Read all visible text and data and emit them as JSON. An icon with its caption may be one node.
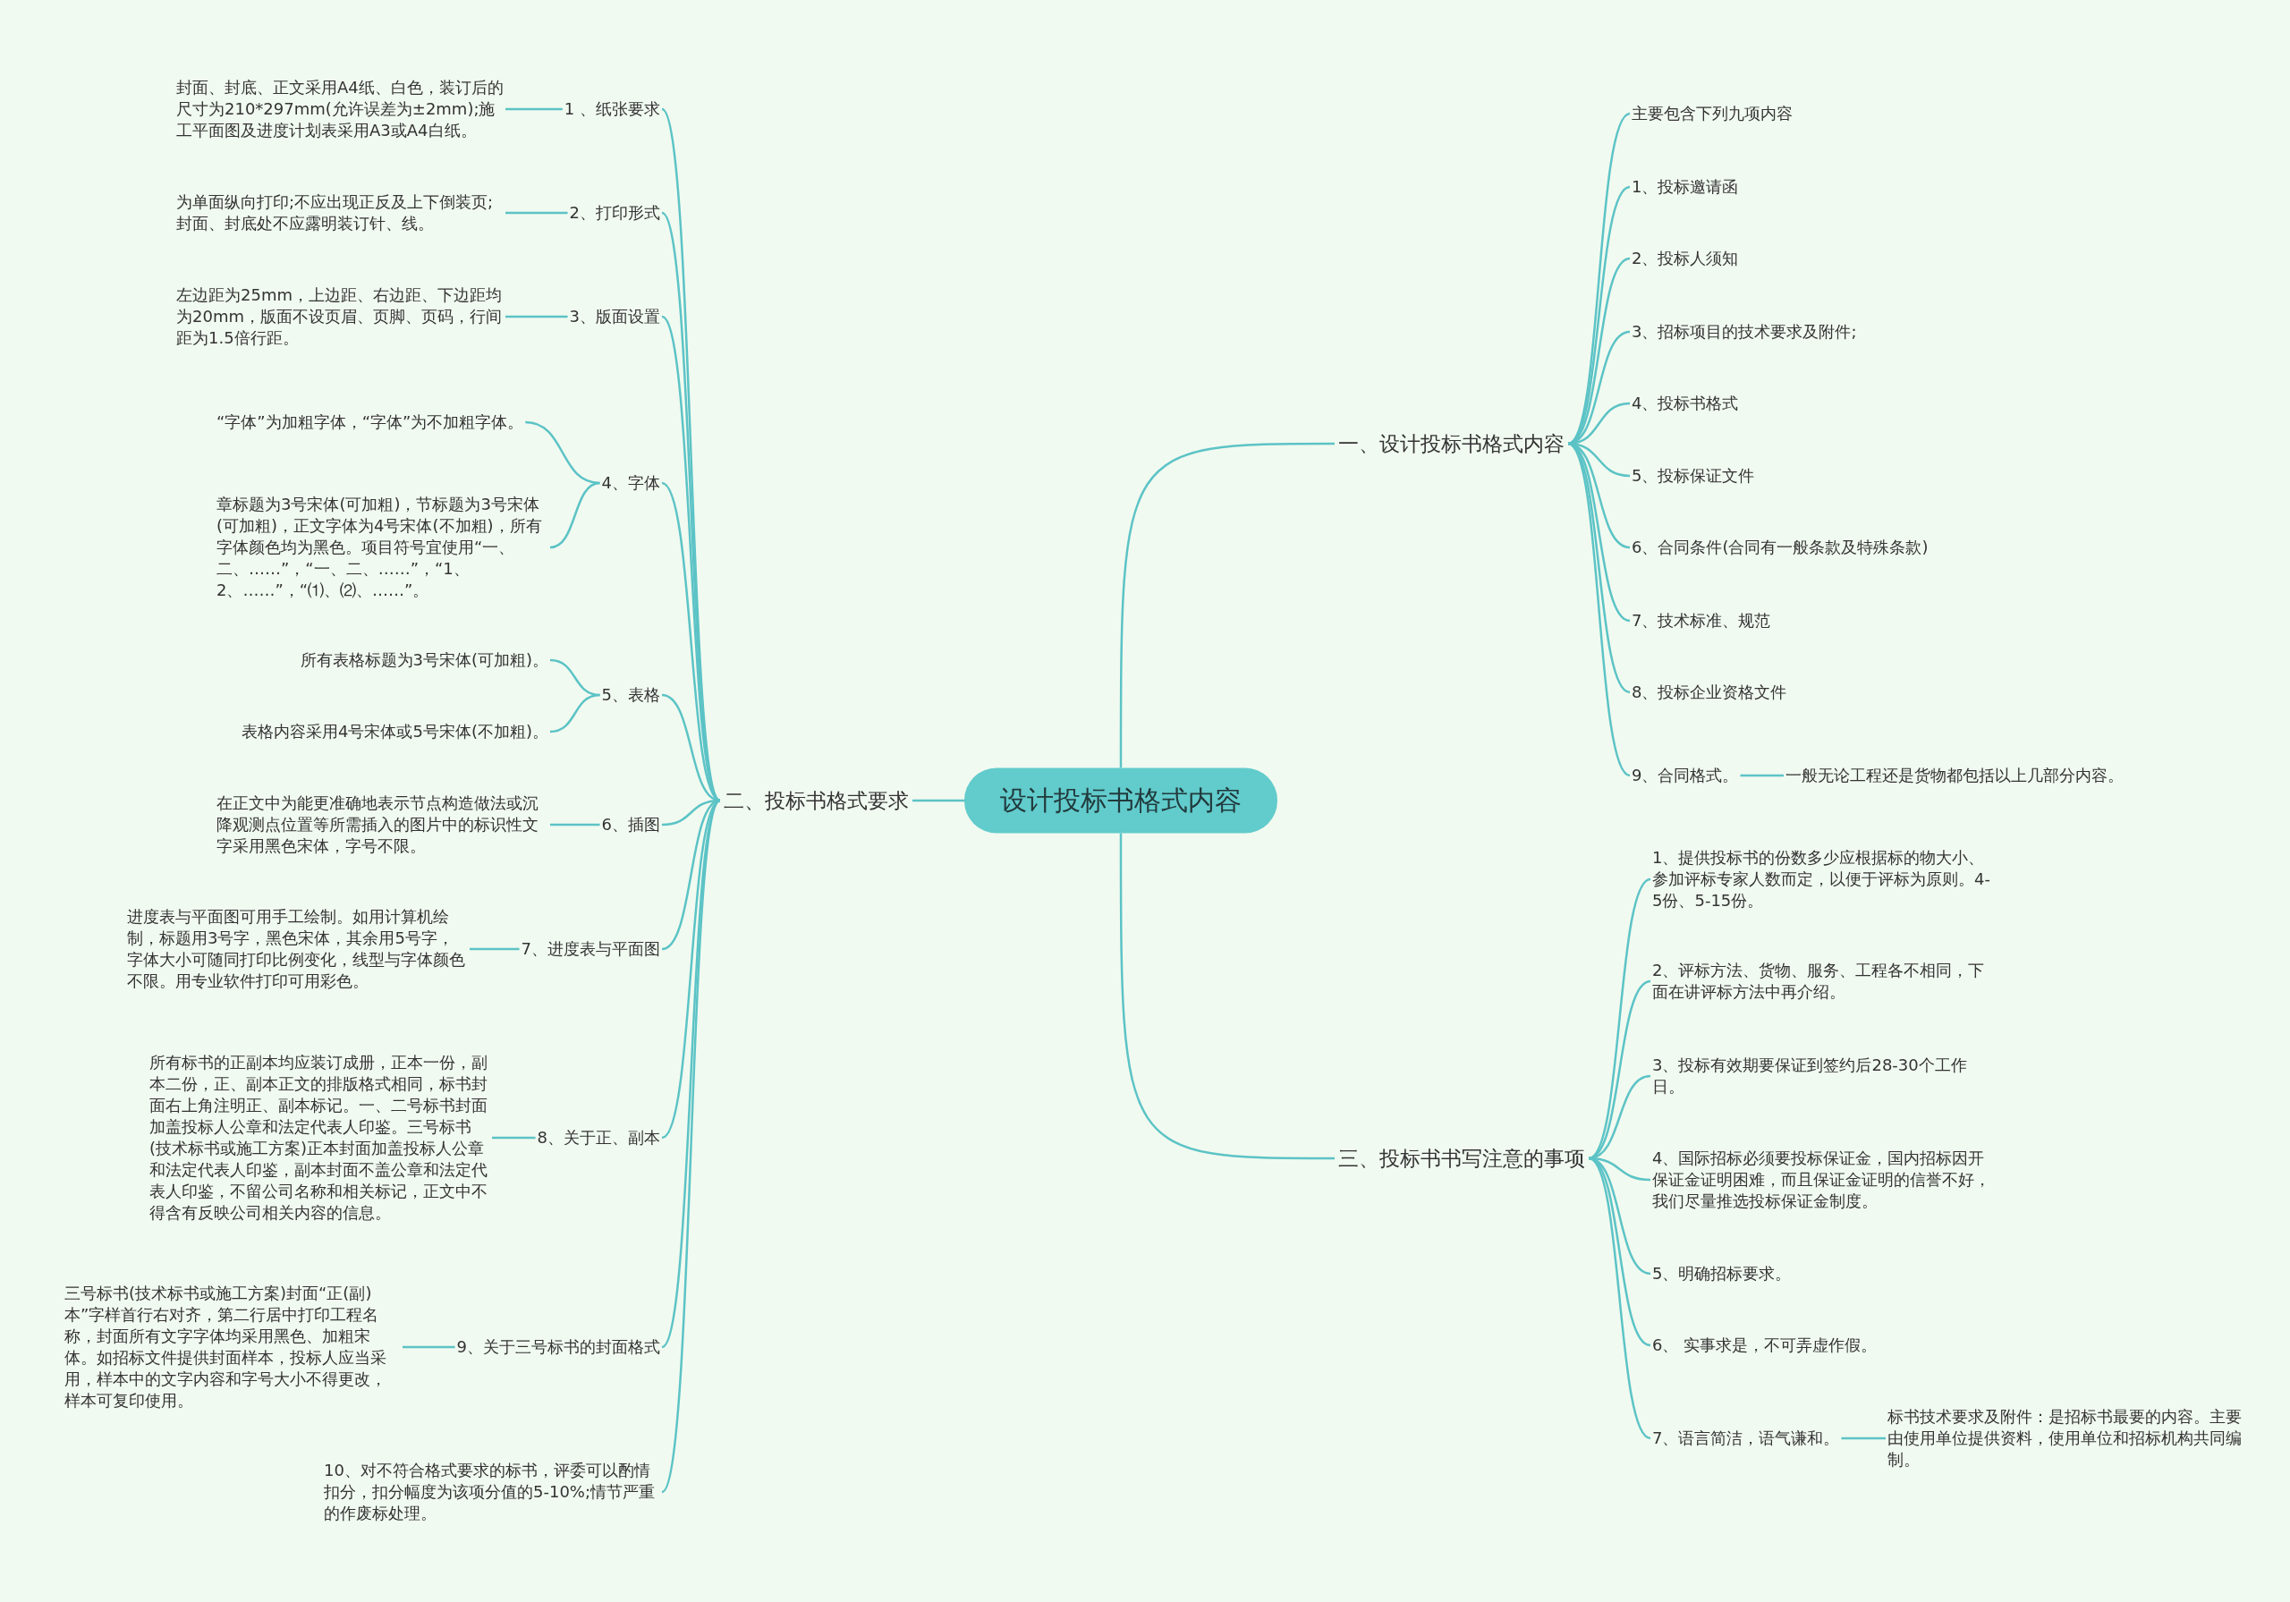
{
  "diagram": {
    "nodes": [
      {
        "text": [
          "设计投标书格式内容"
        ]
      },
      {
        "text": [
          "二、投标书格式要求"
        ]
      },
      {
        "text": [
          "1 、纸张要求"
        ]
      },
      {
        "text": [
          "封面、封底、正文采用A4纸、白色，装订后的尺寸为210*297mm(允许误差为±2mm);施工平面图及进度计划表采用A3或A4白纸。"
        ]
      },
      {
        "text": [
          "2、打印形式"
        ]
      },
      {
        "text": [
          "为单面纵向打印;不应出现正反及上下倒装页;封面、封底处不应露明装订针、线。"
        ]
      },
      {
        "text": [
          "3、版面设置"
        ]
      },
      {
        "text": [
          "左边距为25mm，上边距、右边距、下边距均为20mm，版面不设页眉、页脚、页码，行间距为1.5倍行距。"
        ]
      },
      {
        "text": [
          "4、字体"
        ]
      },
      {
        "text": [
          "“字体”为加粗字体，“字体”为不加粗字体。"
        ]
      },
      {
        "text": [
          "章标题为3号宋体(可加粗)，节标题为3号宋体(可加粗)，正文字体为4号宋体(不加粗)，所有字体颜色均为黑色。项目符号宜使用“一、二、……”，“一、二、……”，“1、2、……”，“⑴、⑵、……”。"
        ]
      },
      {
        "text": [
          "5、表格"
        ]
      },
      {
        "text": [
          "所有表格标题为3号宋体(可加粗)。"
        ]
      },
      {
        "text": [
          "表格内容采用4号宋体或5号宋体(不加粗)。"
        ]
      },
      {
        "text": [
          "6、插图"
        ]
      },
      {
        "text": [
          "在正文中为能更准确地表示节点构造做法或沉降观测点位置等所需插入的图片中的标识性文字采用黑色宋体，字号不限。"
        ]
      },
      {
        "text": [
          "7、进度表与平面图"
        ]
      },
      {
        "text": [
          "进度表与平面图可用手工绘制。如用计算机绘制，标题用3号字，黑色宋体，其余用5号字，字体大小可随同打印比例变化，线型与字体颜色不限。用专业软件打印可用彩色。"
        ]
      },
      {
        "text": [
          "8、关于正、副本"
        ]
      },
      {
        "text": [
          "所有标书的正副本均应装订成册，正本一份，副本二份，正、副本正文的排版格式相同，标书封面右上角注明正、副本标记。一、二号标书封面加盖投标人公章和法定代表人印鉴。三号标书(技术标书或施工方案)正本封面加盖投标人公章和法定代表人印鉴，副本封面不盖公章和法定代表人印鉴，不留公司名称和相关标记，正文中不得含有反映公司相关内容的信息。"
        ]
      },
      {
        "text": [
          "9、关于三号标书的封面格式"
        ]
      },
      {
        "text": [
          "三号标书(技术标书或施工方案)封面“正(副)本”字样首行右对齐，第二行居中打印工程名称，封面所有文字字体均采用黑色、加粗宋体。如招标文件提供封面样本，投标人应当采用，样本中的文字内容和字号大小不得更改，样本可复印使用。"
        ]
      },
      {
        "text": [
          "10、对不符合格式要求的标书，评委可以酌情扣分，扣分幅度为该项分值的5-10%;情节严重的作废标处理。"
        ]
      },
      {
        "text": [
          "一、设计投标书格式内容"
        ]
      },
      {
        "text": [
          "主要包含下列九项内容"
        ]
      },
      {
        "text": [
          "1、投标邀请函"
        ]
      },
      {
        "text": [
          "2、投标人须知"
        ]
      },
      {
        "text": [
          "3、招标项目的技术要求及附件;"
        ]
      },
      {
        "text": [
          "4、投标书格式"
        ]
      },
      {
        "text": [
          "5、投标保证文件"
        ]
      },
      {
        "text": [
          "6、合同条件(合同有一般条款及特殊条款)"
        ]
      },
      {
        "text": [
          "7、技术标准、规范"
        ]
      },
      {
        "text": [
          "8、投标企业资格文件"
        ]
      },
      {
        "text": [
          "9、合同格式。"
        ]
      },
      {
        "text": [
          "一般无论工程还是货物都包括以上几部分内容。"
        ]
      },
      {
        "text": [
          "三、投标书书写注意的事项"
        ]
      },
      {
        "text": [
          "1、提供投标书的份数多少应根据标的物大小、参加评标专家人数而定，以便于评标为原则。4-5份、5-15份。"
        ]
      },
      {
        "text": [
          "2、评标方法、货物、服务、工程各不相同，下面在讲评标方法中再介绍。"
        ]
      },
      {
        "text": [
          "3、投标有效期要保证到签约后28-30个工作日。"
        ]
      },
      {
        "text": [
          "4、国际招标必须要投标保证金，国内招标因开保证金证明困难，而且保证金证明的信誉不好，我们尽量推选投标保证金制度。"
        ]
      },
      {
        "text": [
          "5、明确招标要求。"
        ]
      },
      {
        "text": [
          "6、 实事求是，不可弄虚作假。"
        ]
      },
      {
        "text": [
          "7、语言简洁，语气谦和。"
        ]
      },
      {
        "text": [
          "标书技术要求及附件：是招标书最要的内容。主要由使用单位提供资料，使用单位和招标机构共同编制。"
        ]
      }
    ],
    "edges": [
      {
        "from": 0,
        "to": 1,
        "arrow": "none"
      },
      {
        "from": 1,
        "to": 2,
        "arrow": "none"
      },
      {
        "from": 2,
        "to": 3,
        "arrow": "none"
      },
      {
        "from": 1,
        "to": 4,
        "arrow": "none"
      },
      {
        "from": 4,
        "to": 5,
        "arrow": "none"
      },
      {
        "from": 1,
        "to": 6,
        "arrow": "none"
      },
      {
        "from": 6,
        "to": 7,
        "arrow": "none"
      },
      {
        "from": 1,
        "to": 8,
        "arrow": "none"
      },
      {
        "from": 8,
        "to": 9,
        "arrow": "none"
      },
      {
        "from": 8,
        "to": 10,
        "arrow": "none"
      },
      {
        "from": 1,
        "to": 11,
        "arrow": "none"
      },
      {
        "from": 11,
        "to": 12,
        "arrow": "none"
      },
      {
        "from": 11,
        "to": 13,
        "arrow": "none"
      },
      {
        "from": 1,
        "to": 14,
        "arrow": "none"
      },
      {
        "from": 14,
        "to": 15,
        "arrow": "none"
      },
      {
        "from": 1,
        "to": 16,
        "arrow": "none"
      },
      {
        "from": 16,
        "to": 17,
        "arrow": "none"
      },
      {
        "from": 1,
        "to": 18,
        "arrow": "none"
      },
      {
        "from": 18,
        "to": 19,
        "arrow": "none"
      },
      {
        "from": 1,
        "to": 20,
        "arrow": "none"
      },
      {
        "from": 20,
        "to": 21,
        "arrow": "none"
      },
      {
        "from": 1,
        "to": 22,
        "arrow": "none"
      },
      {
        "from": 0,
        "to": 23,
        "arrow": "none"
      },
      {
        "from": 23,
        "to": 24,
        "arrow": "none"
      },
      {
        "from": 23,
        "to": 25,
        "arrow": "none"
      },
      {
        "from": 23,
        "to": 26,
        "arrow": "none"
      },
      {
        "from": 23,
        "to": 27,
        "arrow": "none"
      },
      {
        "from": 23,
        "to": 28,
        "arrow": "none"
      },
      {
        "from": 23,
        "to": 29,
        "arrow": "none"
      },
      {
        "from": 23,
        "to": 30,
        "arrow": "none"
      },
      {
        "from": 23,
        "to": 31,
        "arrow": "none"
      },
      {
        "from": 23,
        "to": 32,
        "arrow": "none"
      },
      {
        "from": 23,
        "to": 33,
        "arrow": "none"
      },
      {
        "from": 33,
        "to": 34,
        "arrow": "none"
      },
      {
        "from": 0,
        "to": 35,
        "arrow": "none"
      },
      {
        "from": 35,
        "to": 36,
        "arrow": "none"
      },
      {
        "from": 35,
        "to": 37,
        "arrow": "none"
      },
      {
        "from": 35,
        "to": 38,
        "arrow": "none"
      },
      {
        "from": 35,
        "to": 39,
        "arrow": "none"
      },
      {
        "from": 35,
        "to": 40,
        "arrow": "none"
      },
      {
        "from": 35,
        "to": 41,
        "arrow": "none"
      },
      {
        "from": 35,
        "to": 42,
        "arrow": "none"
      },
      {
        "from": 42,
        "to": 43,
        "arrow": "none"
      }
    ]
  }
}
